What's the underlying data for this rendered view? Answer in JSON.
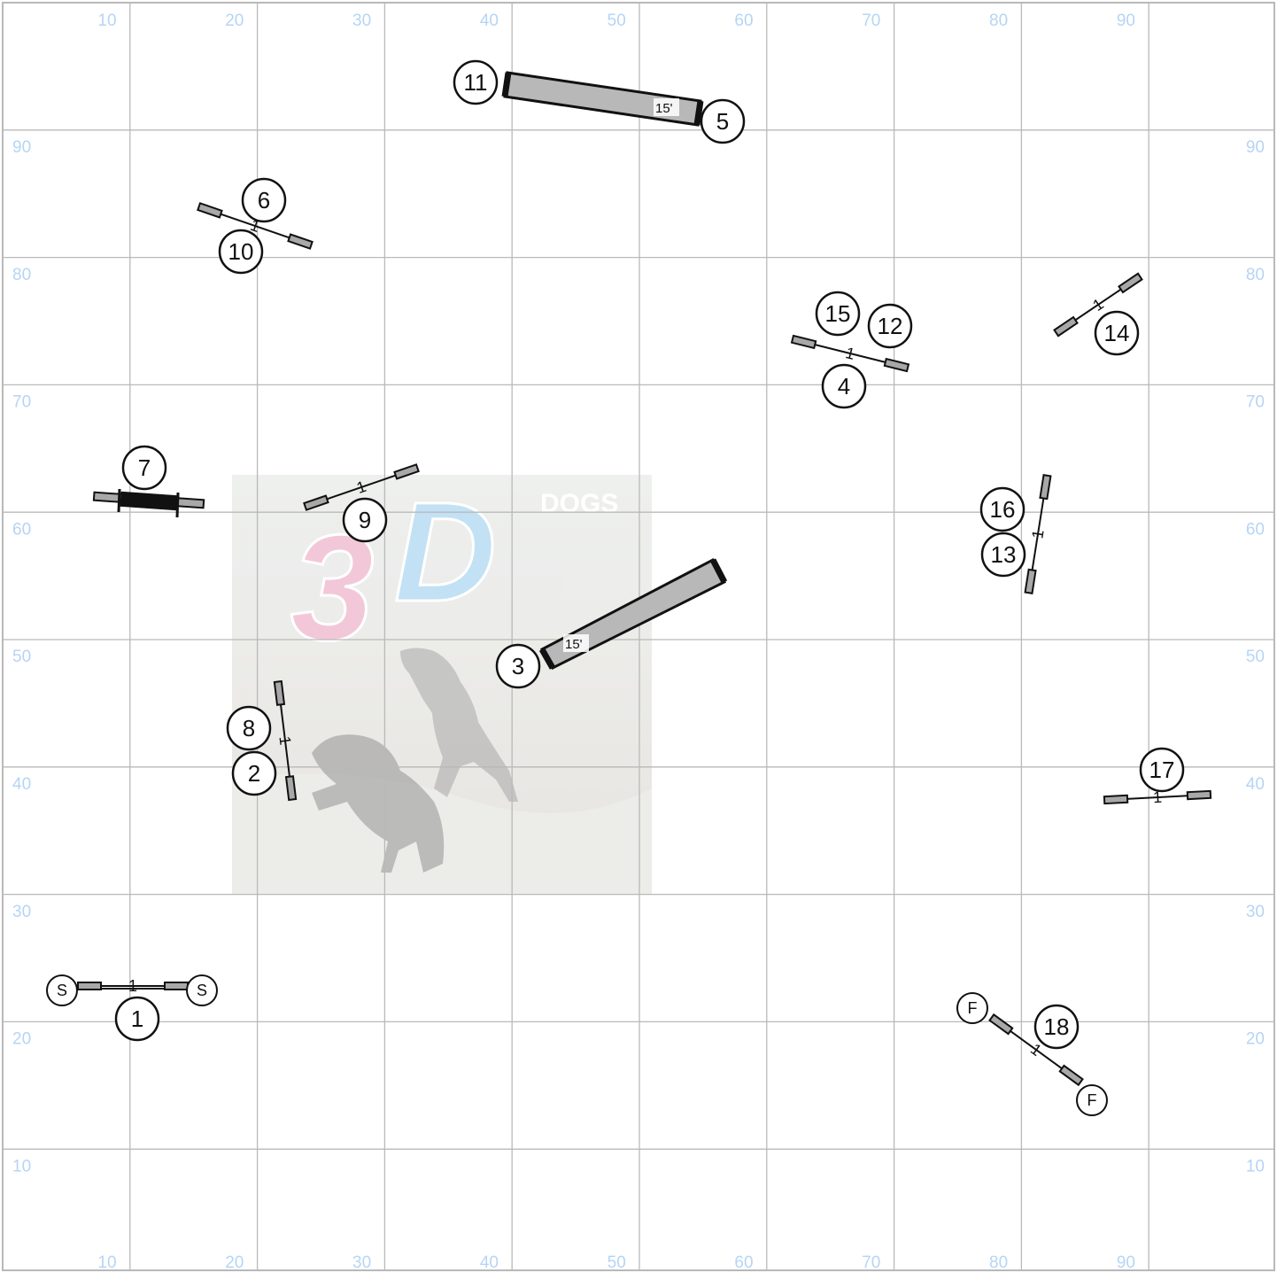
{
  "colors": {
    "grid_line": "#b9b9b9",
    "grid_label": "#b5d5f5",
    "tunnel_fill": "#b8b8b8",
    "jump_bar": "#a8a8a8",
    "ink": "#111111",
    "watermark_pink": "#f2c6d6",
    "watermark_blue": "#bfe0f4"
  },
  "grid": {
    "top_labels": [
      "10",
      "20",
      "30",
      "40",
      "50",
      "60",
      "70",
      "80",
      "90"
    ],
    "bottom_labels": [
      "10",
      "20",
      "30",
      "40",
      "50",
      "60",
      "70",
      "80",
      "90"
    ],
    "left_labels": [
      "90",
      "80",
      "70",
      "60",
      "50",
      "40",
      "30",
      "20",
      "10"
    ],
    "right_labels": [
      "90",
      "80",
      "70",
      "60",
      "50",
      "40",
      "30",
      "20",
      "10"
    ]
  },
  "watermark": {
    "brand_text": "DOGS",
    "letters": "3D",
    "photo": "dogs-playing-in-surf"
  },
  "obstacles": {
    "start_marker": "S",
    "finish_marker": "F",
    "jump_marker": "1",
    "tunnel_length_label": "15'",
    "numbers": [
      "1",
      "2",
      "3",
      "4",
      "5",
      "6",
      "7",
      "8",
      "9",
      "10",
      "11",
      "12",
      "13",
      "14",
      "15",
      "16",
      "17",
      "18"
    ]
  }
}
